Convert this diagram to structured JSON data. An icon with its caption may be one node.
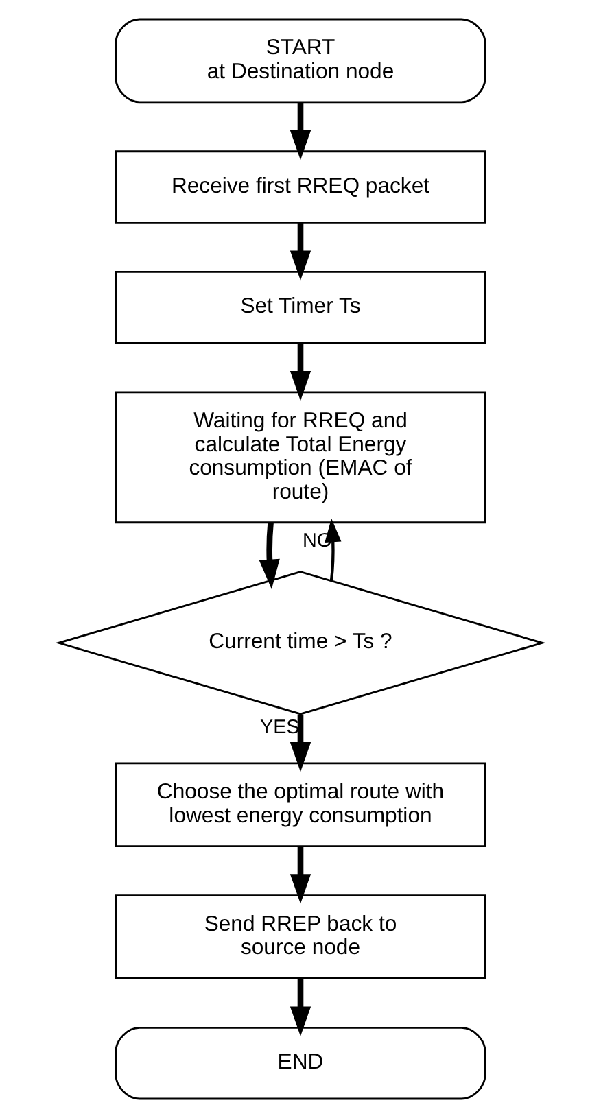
{
  "diagram": {
    "nodes": [
      {
        "text": [
          "START",
          "at Destination node"
        ]
      },
      {
        "text": [
          "Receive first RREQ packet"
        ]
      },
      {
        "text": [
          "Set Timer Ts"
        ]
      },
      {
        "text": [
          "Waiting for RREQ and calculate Total Energy consumption (EMAC of route)"
        ]
      },
      {
        "text": [
          "Current time > Ts ?"
        ]
      },
      {
        "text": [
          "Choose the optimal route with lowest energy consumption"
        ]
      },
      {
        "text": [
          "Send RREP back to source node"
        ]
      },
      {
        "text": [
          "END"
        ]
      }
    ],
    "edges": [
      {
        "from": 0,
        "to": 1,
        "arrow": "to"
      },
      {
        "from": 1,
        "to": 2,
        "arrow": "to"
      },
      {
        "from": 2,
        "to": 3,
        "arrow": "to"
      },
      {
        "from": 3,
        "to": 4,
        "arrow": "to"
      },
      {
        "from": 4,
        "to": 3,
        "arrow": "to",
        "label": "NO"
      },
      {
        "from": 4,
        "to": 5,
        "arrow": "to",
        "label": "YES"
      },
      {
        "from": 5,
        "to": 6,
        "arrow": "to"
      },
      {
        "from": 6,
        "to": 7,
        "arrow": "to"
      }
    ]
  }
}
